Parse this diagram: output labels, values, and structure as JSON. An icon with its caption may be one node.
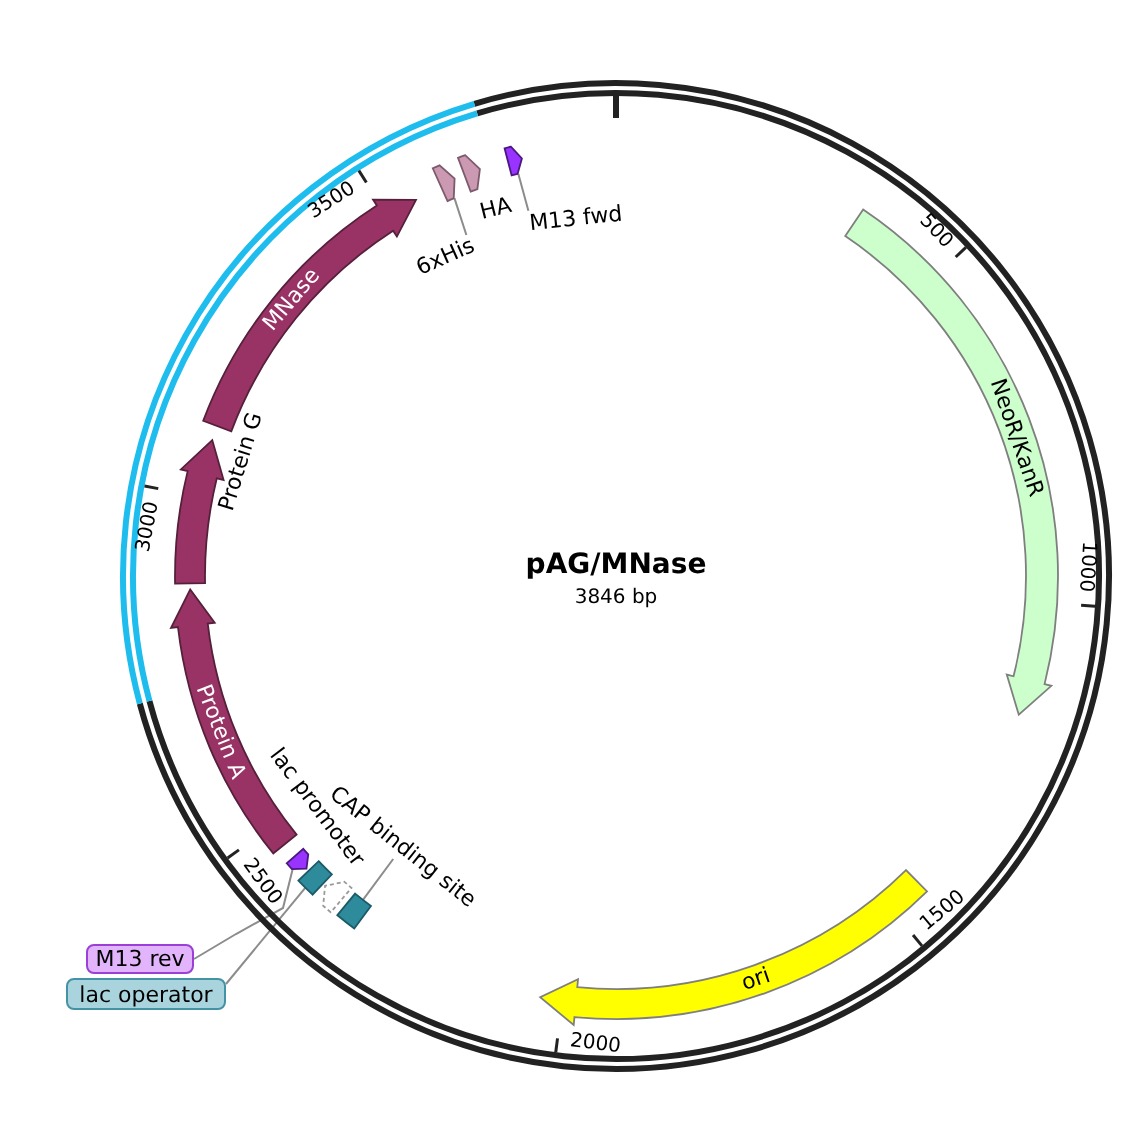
{
  "diagram": {
    "title": "pAG/MNase",
    "nodes": [
      {
        "text": [
          "6xHis"
        ]
      },
      {
        "text": [],
        "shape": "arrow"
      },
      {
        "text": [],
        "shape": "arrow",
        "beside": [
          "HA"
        ]
      },
      {
        "text": [
          "M13 fwd"
        ]
      },
      {
        "text": [],
        "shape": "arrow"
      },
      {
        "text": [
          "NeoR/KanR"
        ]
      },
      {
        "text": [
          "ori"
        ]
      },
      {
        "text": [
          "CAP binding site"
        ]
      },
      {
        "text": [],
        "shape": "box"
      },
      {
        "text": [],
        "shape": "arrow"
      },
      {
        "text": [],
        "shape": "box"
      },
      {
        "text": [],
        "shape": "arrow"
      },
      {
        "text": [
          "M13 rev"
        ]
      },
      {
        "text": [
          "lac operator"
        ]
      },
      {
        "text": [
          "Protein A"
        ]
      },
      {
        "text": [],
        "shape": "arrow",
        "beside": [
          "Protein G"
        ]
      },
      {
        "text": [
          "MNase"
        ]
      }
    ],
    "edges": [
      {
        "from": 0,
        "to": 1,
        "arrow": "none"
      },
      {
        "from": 3,
        "to": 4,
        "arrow": "none"
      },
      {
        "from": 7,
        "to": 8,
        "arrow": "none"
      },
      {
        "from": 12,
        "to": 11,
        "arrow": "none"
      },
      {
        "from": 13,
        "to": 10,
        "arrow": "none"
      }
    ],
    "labels": [
      "3846 bp",
      "500",
      "1000",
      "1500",
      "2000",
      "2500",
      "3000",
      "3500",
      "lac promoter"
    ]
  }
}
